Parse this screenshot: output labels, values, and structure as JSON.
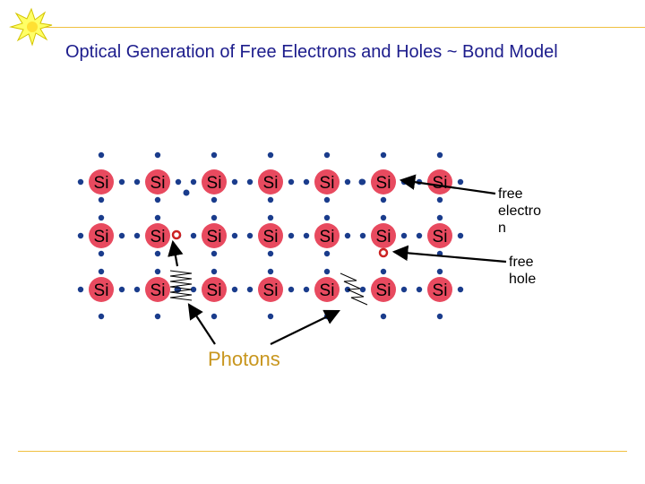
{
  "title": "Optical Generation of Free Electrons and Holes ~ Bond Model",
  "atom_label": "Si",
  "lattice": {
    "rows": 3,
    "cols": 7
  },
  "labels": {
    "free_electron": "free\nelectro\nn",
    "free_hole": "free\nhole",
    "photons": "Photons"
  },
  "colors": {
    "title": "#1c1c8c",
    "atom_fill": "#e84a5f",
    "electron": "#1a3c8c",
    "hole": "#cc2222",
    "photons": "#c8961e",
    "rule": "#f0c040"
  },
  "icons": [
    "sun-icon",
    "photon-wave-icon",
    "arrow-icon"
  ]
}
